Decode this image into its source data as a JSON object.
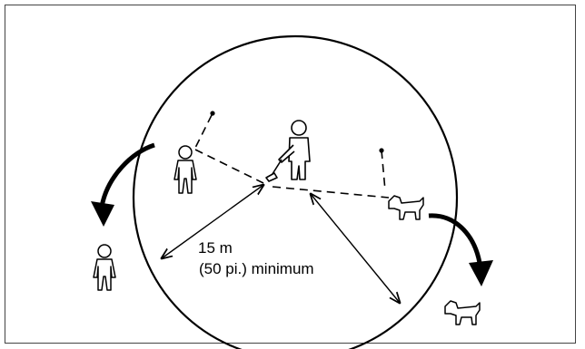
{
  "distance_label_line1": "15 m",
  "distance_label_line2": "(50 pi.) minimum",
  "figures": [
    "operator-with-trimmer",
    "bystander-person",
    "dog"
  ],
  "colors": {
    "stroke": "#000000",
    "background": "#ffffff",
    "frame": "#444444"
  }
}
